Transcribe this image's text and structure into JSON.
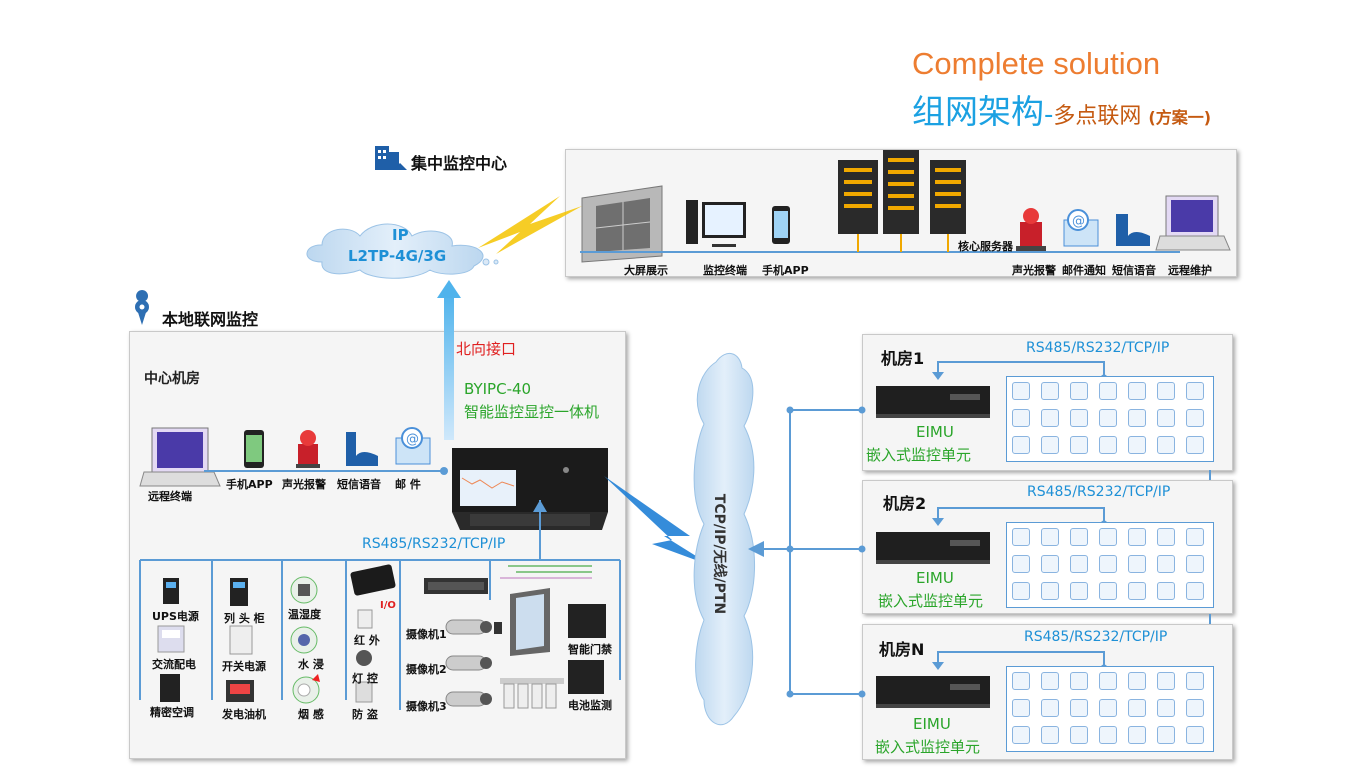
{
  "title": {
    "en": "Complete solution",
    "cn_main": "组网架构",
    "cn_dash": "-",
    "cn_sub": "多点联网 ",
    "cn_paren": "(方案一)"
  },
  "center": {
    "header": "集中监控中心",
    "devices": [
      "大屏展示",
      "监控终端",
      "手机APP",
      "核心服务器",
      "声光报警",
      "邮件通知",
      "短信语音",
      "远程维护"
    ]
  },
  "cloud": {
    "ip": "IP",
    "proto": "L2TP-4G/3G"
  },
  "north_label": "北向接口",
  "local": {
    "header": "本地联网监控",
    "room": "中心机房",
    "host_name": "BYIPC-40",
    "host_desc": "智能监控显控一体机",
    "top_devices": [
      "远程终端",
      "手机APP",
      "声光报警",
      "短信语音",
      "邮 件"
    ],
    "bus_label": "RS485/RS232/TCP/IP",
    "col1": [
      "UPS电源",
      "交流配电",
      "精密空调"
    ],
    "col2": [
      "列 头 柜",
      "开关电源",
      "发电油机"
    ],
    "col3": [
      "温湿度",
      "水 浸",
      "烟 感"
    ],
    "col4": [
      "红 外",
      "灯 控",
      "防 盗"
    ],
    "io_label": "I/O",
    "cameras": [
      "摄像机1",
      "摄像机2",
      "摄像机3"
    ],
    "door": "智能门禁",
    "battery": "电池监测"
  },
  "tcp_cloud": "TCP/IP/无线/PTN",
  "rooms": [
    {
      "name": "机房1",
      "proto": "RS485/RS232/TCP/IP",
      "unit": "EIMU",
      "unit_desc": "嵌入式监控单元"
    },
    {
      "name": "机房2",
      "proto": "RS485/RS232/TCP/IP",
      "unit": "EIMU",
      "unit_desc": "嵌入式监控单元"
    },
    {
      "name": "机房N",
      "proto": "RS485/RS232/TCP/IP",
      "unit": "EIMU",
      "unit_desc": "嵌入式监控单元"
    }
  ],
  "colors": {
    "accent_orange": "#ed7d31",
    "accent_blue": "#1ba1e2",
    "line_blue": "#5b9bd5",
    "green": "#2aa52a",
    "red": "#e02020"
  }
}
